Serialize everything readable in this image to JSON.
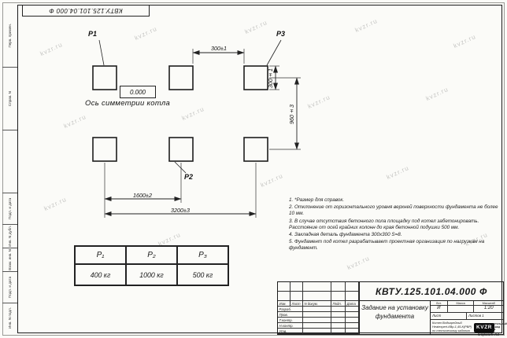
{
  "watermark": "kvzr.ru",
  "frame": {
    "doc_number_rotated": "КВТУ.125.101.04.000 Ф",
    "left_strip": [
      "Перв. примен.",
      "Справ. N",
      "",
      "Подп. и дата",
      "Инв. N дубл.",
      "Взам. инв. N",
      "Подп. и дата",
      "Инв. N подл."
    ],
    "format_label": "Формат А3"
  },
  "drawing": {
    "pad_labels": {
      "p1": "Р1",
      "p2": "Р2",
      "p3": "Р3"
    },
    "elevation_mark": "0.000",
    "axis_label": "Ось симметрии котла",
    "dim_top": "300±1",
    "dim_side": "300±1",
    "dim_height": "960±3",
    "dim_half": "1600±2",
    "dim_full": "3200±3"
  },
  "notes": [
    "1. *Размер для справок.",
    "2. Отклонение от горизонтального уровня верхней поверхности фундамента не более 10 мм.",
    "3. В случае отсутствия бетонного пола площадку под котел забетонировать. Расстояние от осей крайних колонн до края бетонной подушки 500 мм.",
    "4. Закладная деталь фундамента  300x300 S=8.",
    "5. Фундамент под котел разрабатывает проектная организация по нагрузкам на фундамент."
  ],
  "load_table": {
    "headers": [
      "Р₁",
      "Р₂",
      "Р₃"
    ],
    "values": [
      "400 кг",
      "1000 кг",
      "500 кг"
    ]
  },
  "title_block": {
    "doc_number": "КВТУ.125.101.04.000 Ф",
    "title": "Задание на установку фундамента",
    "product": "Котел Водогрейный Heatexpert-КВр-1,45-К(РВР) по техническому заданию",
    "header_cols": [
      "Изм.",
      "Лист",
      "N докум.",
      "Подп.",
      "Дата"
    ],
    "row_labels": [
      "Разраб.",
      "Пров.",
      "Т.контр.",
      "Н.контр.",
      "Утв."
    ],
    "lit_label": "Лит.",
    "mass_label": "Масса",
    "scale_label": "Масштаб",
    "lit_value": "И",
    "mass_value": "",
    "scale_value": "1:20",
    "sheet_label": "Лист",
    "sheets_label": "Листов",
    "sheets_value": "1",
    "logo_text": "KVZR",
    "company": "КОТЕЛЬНЫЙ ЗАВОД РФ"
  }
}
